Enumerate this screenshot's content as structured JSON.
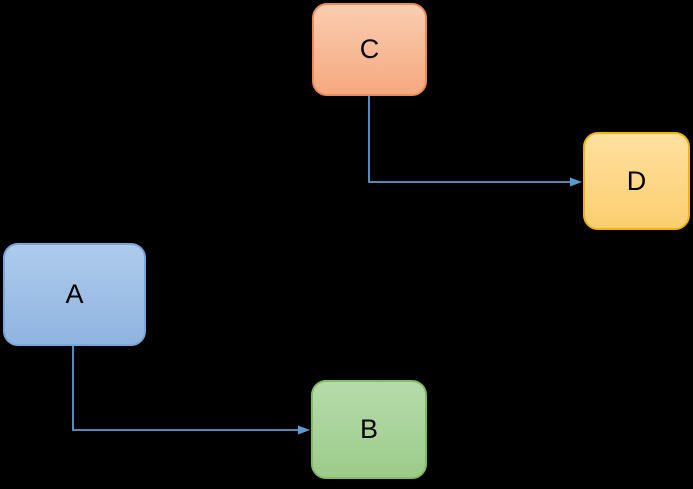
{
  "diagram": {
    "background_color": "#000000",
    "connector_color": "#5B9BD5",
    "nodes": [
      {
        "id": "A",
        "label": "A",
        "fill_top": "#AECBEC",
        "fill_bottom": "#8FB4E0",
        "border": "#7AA7DB"
      },
      {
        "id": "B",
        "label": "B",
        "fill_top": "#B5DBAA",
        "fill_bottom": "#9CCB8B",
        "border": "#82BB66"
      },
      {
        "id": "C",
        "label": "C",
        "fill_top": "#FACDB0",
        "fill_bottom": "#F5A97F",
        "border": "#EE8A55"
      },
      {
        "id": "D",
        "label": "D",
        "fill_top": "#FFE09F",
        "fill_bottom": "#FCCE70",
        "border": "#F0B411"
      }
    ],
    "edges": [
      {
        "from": "C",
        "to": "D"
      },
      {
        "from": "A",
        "to": "B"
      }
    ]
  }
}
